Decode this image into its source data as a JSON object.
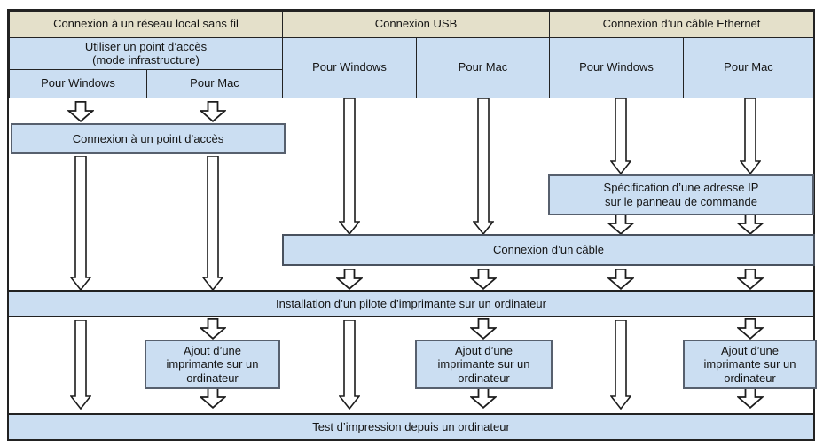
{
  "sections": {
    "wireless": {
      "header": "Connexion à un réseau local sans fil",
      "subheader_line1": "Utiliser un point d’accès",
      "subheader_line2": "(mode infrastructure)",
      "windows": "Pour Windows",
      "mac": "Pour Mac"
    },
    "usb": {
      "header": "Connexion USB",
      "windows": "Pour Windows",
      "mac": "Pour Mac"
    },
    "ethernet": {
      "header": "Connexion d’un câble Ethernet",
      "windows": "Pour Windows",
      "mac": "Pour Mac"
    }
  },
  "steps": {
    "access_point": "Connexion à un point d’accès",
    "ip_address": {
      "line1": "Spécification d’une adresse IP",
      "line2": "sur le panneau de commande"
    },
    "cable": "Connexion d’un câble",
    "driver_install": "Installation d’un pilote d’imprimante sur un ordinateur",
    "add_printer": {
      "line1": "Ajout d’une",
      "line2": "imprimante sur un",
      "line3": "ordinateur"
    },
    "print_test": "Test d’impression depuis un ordinateur"
  },
  "colors": {
    "header_bg": "#e4e0ca",
    "box_bg": "#cbdef2",
    "border_dark": "#222222",
    "box_border": "#57606e"
  }
}
